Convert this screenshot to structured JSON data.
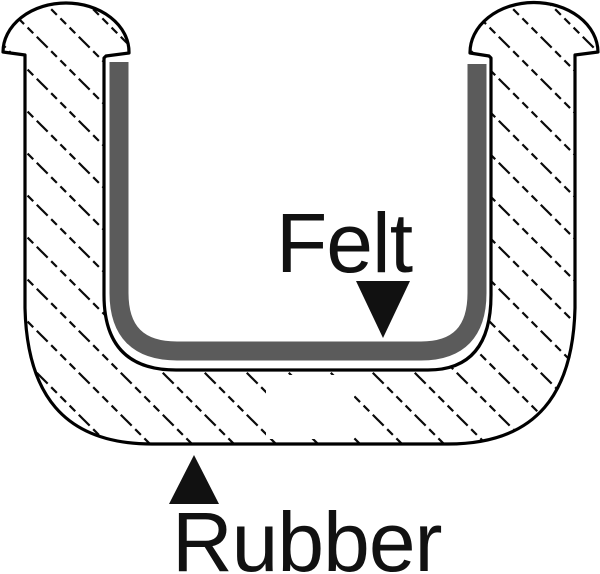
{
  "diagram": {
    "type": "cross-section",
    "subject": "window glass-run channel profile",
    "labels": {
      "felt": "Felt",
      "rubber": "Rubber"
    },
    "indicators": {
      "felt_arrow": "down-arrow pointing to felt lining",
      "rubber_arrow": "up-arrow pointing to rubber body"
    },
    "colors": {
      "background": "#ffffff",
      "outline": "#000000",
      "felt": "#5b5b5b",
      "hatch": "#0a0a0a",
      "arrow": "#111111",
      "label_text": "#111111"
    }
  }
}
